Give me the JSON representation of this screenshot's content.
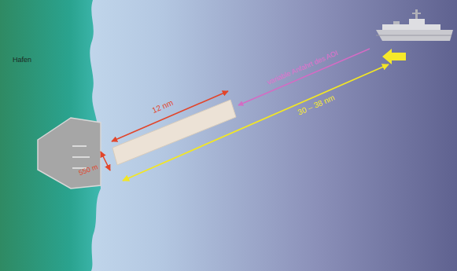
{
  "diagram": {
    "labels": [
      "Hafen",
      "12 nm",
      "550 m",
      "variable Anfahrt des AOI",
      "30 – 38 nm"
    ]
  }
}
